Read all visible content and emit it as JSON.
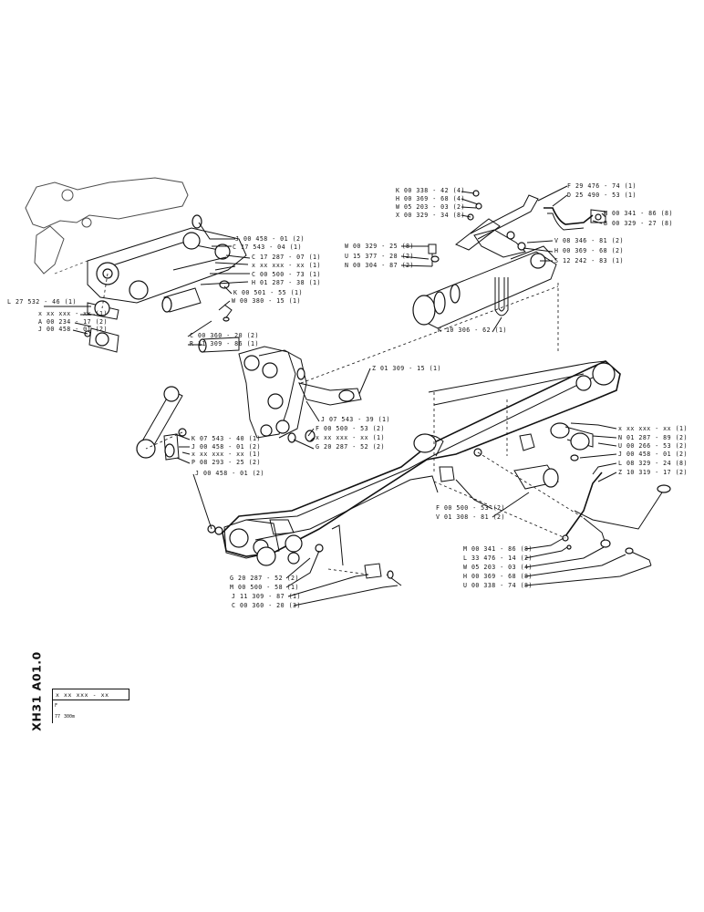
{
  "title_block": {
    "code": "XH31 A01.0",
    "serial": "x xx xxx - xx",
    "row2": "F",
    "row3_left": "77",
    "row3_right": "300m"
  },
  "labels": {
    "j00458_01_2_top": "J 00 458 - 01 (2)",
    "c17543_04": "C 17 543 - 04 (1)",
    "c17287_07": "C 17 287 - 07 (1)",
    "xxxx_1_top": "x xx xxx - xx (1)",
    "c00500_73": "C 00 500 - 73 (1)",
    "h01287_38": "H 01 287 - 38 (1)",
    "k00501_55": "K 00 501 - 55 (1)",
    "w00380_15": "W 00 380 - 15 (1)",
    "l27532_46": "L 27 532 - 46 (1)",
    "xxxx_1_left": "x xx xxx - xx (1)",
    "a00234_17": "A 00 234 - 17 (2)",
    "j00458_01_2_left": "J 00 458 - 01 (2)",
    "c00360_20_2": "C 00 360 - 20 (2)",
    "r11309_86": "R 11 309 - 86 (1)",
    "z01309_15": "Z 01 309 - 15 (1)",
    "j07543_39": "J 07 543 - 39 (1)",
    "f00500_53_2_mid": "F 00 500 - 53 (2)",
    "xxxx_1_mid": "x xx xxx - xx (1)",
    "g20287_52_mid": "G 20 287 - 52 (2)",
    "k07543_40": "K 07 543 - 40 (1)",
    "j00458_01_2_mid": "J 00 458 - 01 (2)",
    "xxxx_1_mid2": "x xx xxx - xx (1)",
    "p08293_25": "P 08 293 - 25 (2)",
    "j00458_01_2_low": "J 00 458 - 01 (2)",
    "k00338_42": "K 00 338 - 42 (4)",
    "h00369_68_4": "H 00 369 - 68 (4)",
    "w05203_03_2": "W 05 203 - 03 (2)",
    "x00329_34": "X 00 329 - 34 (8)",
    "w00329_25": "W 00 329 - 25 (8)",
    "u15377_28": "U 15 377 - 28 (2)",
    "n00304_87": "N 00 304 - 87 (2)",
    "k10306_62": "K 10 306 - 62 (1)",
    "f29476_74": "F 29 476 - 74 (1)",
    "d25490_53": "D 25 490 - 53 (1)",
    "m00341_86_8_top": "M 00 341 - 86 (8)",
    "b00329_27": "B 00 329 - 27 (8)",
    "v08346_81": "V 08 346 - 81 (2)",
    "h00369_68_2": "H 00 369 - 68 (2)",
    "s12242_83": "S 12 242 - 83 (1)",
    "xxxx_1_right": "x xx xxx - xx (1)",
    "n01287_89": "N 01 287 - 89 (2)",
    "u00266_53": "U 00 266 - 53 (2)",
    "j00458_01_2_right": "J 00 458 - 01 (2)",
    "l08329_24": "L 08 329 - 24 (8)",
    "z10319_17": "Z 10 319 - 17 (2)",
    "f00500_53_2_low": "F 00 500 - 53 (2)",
    "v01308_81": "V 01 308 - 81 (2)",
    "m00341_86_8_low": "M 00 341 - 86 (8)",
    "l33476_14": "L 33 476 - 14 (2)",
    "w05203_03_4": "W 05 203 - 03 (4)",
    "h00369_68_8": "H 00 369 - 68 (8)",
    "u00338_74": "U 00 338 - 74 (8)",
    "g20287_52_low": "G 20 287 - 52 (2)",
    "m00500_58": "M 00 500 - 58 (1)",
    "j11309_87": "J 11 309 - 87 (1)",
    "c00360_20_3": "C 00 360 - 20 (3)"
  }
}
